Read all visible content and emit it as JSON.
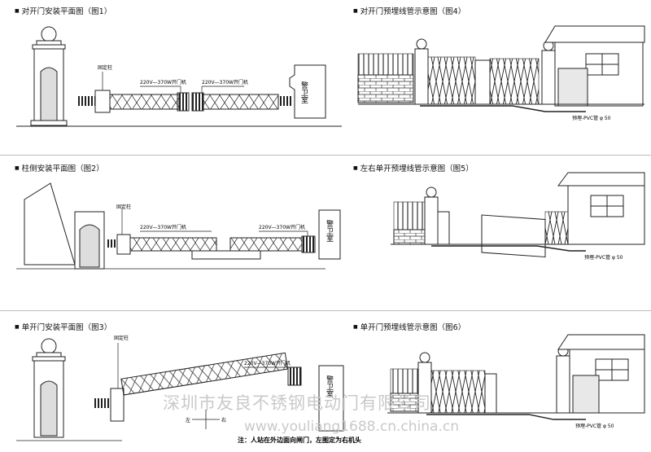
{
  "colors": {
    "line": "#222222",
    "accent_gray": "#7a7a7a",
    "watermark": "#c9c9c9",
    "separator": "#bdbdbd"
  },
  "panels": [
    {
      "title": "对开门安装平面图（图1）",
      "labels": {
        "fixed_post": "固定柱",
        "motor_left": "220V—370W开门机",
        "motor_right": "220V—370W开门机",
        "guard_room": "警卫室"
      }
    },
    {
      "title": "柱侧安装平面图（图2）",
      "labels": {
        "fixed_post": "固定柱",
        "motor_left": "220V—370W开门机",
        "motor_right": "220V—370W开门机",
        "guard_room": "警卫室"
      }
    },
    {
      "title": "单开门安装平面图（图3）",
      "labels": {
        "fixed_post": "固定柱",
        "motor": "220V—370W开门机",
        "guard_room": "警卫室",
        "left": "左",
        "right": "右",
        "note": "注：人站在外边面向闸门，左图定为右机头"
      }
    },
    {
      "title": "对开门预埋线管示意图（图4）",
      "labels": {
        "pipe": "预埋-PVC管 φ 50"
      }
    },
    {
      "title": "左右单开预埋线管示意图（图5）",
      "labels": {
        "pipe": "预埋-PVC管 φ 50"
      }
    },
    {
      "title": "单开门预埋线管示意图（图6）",
      "labels": {
        "pipe": "预埋-PVC管 φ 50"
      }
    }
  ],
  "watermark": {
    "line1": "深圳市友良不锈钢电动门有限公司",
    "line2": "www.youliang1688.cn.china.cn"
  }
}
